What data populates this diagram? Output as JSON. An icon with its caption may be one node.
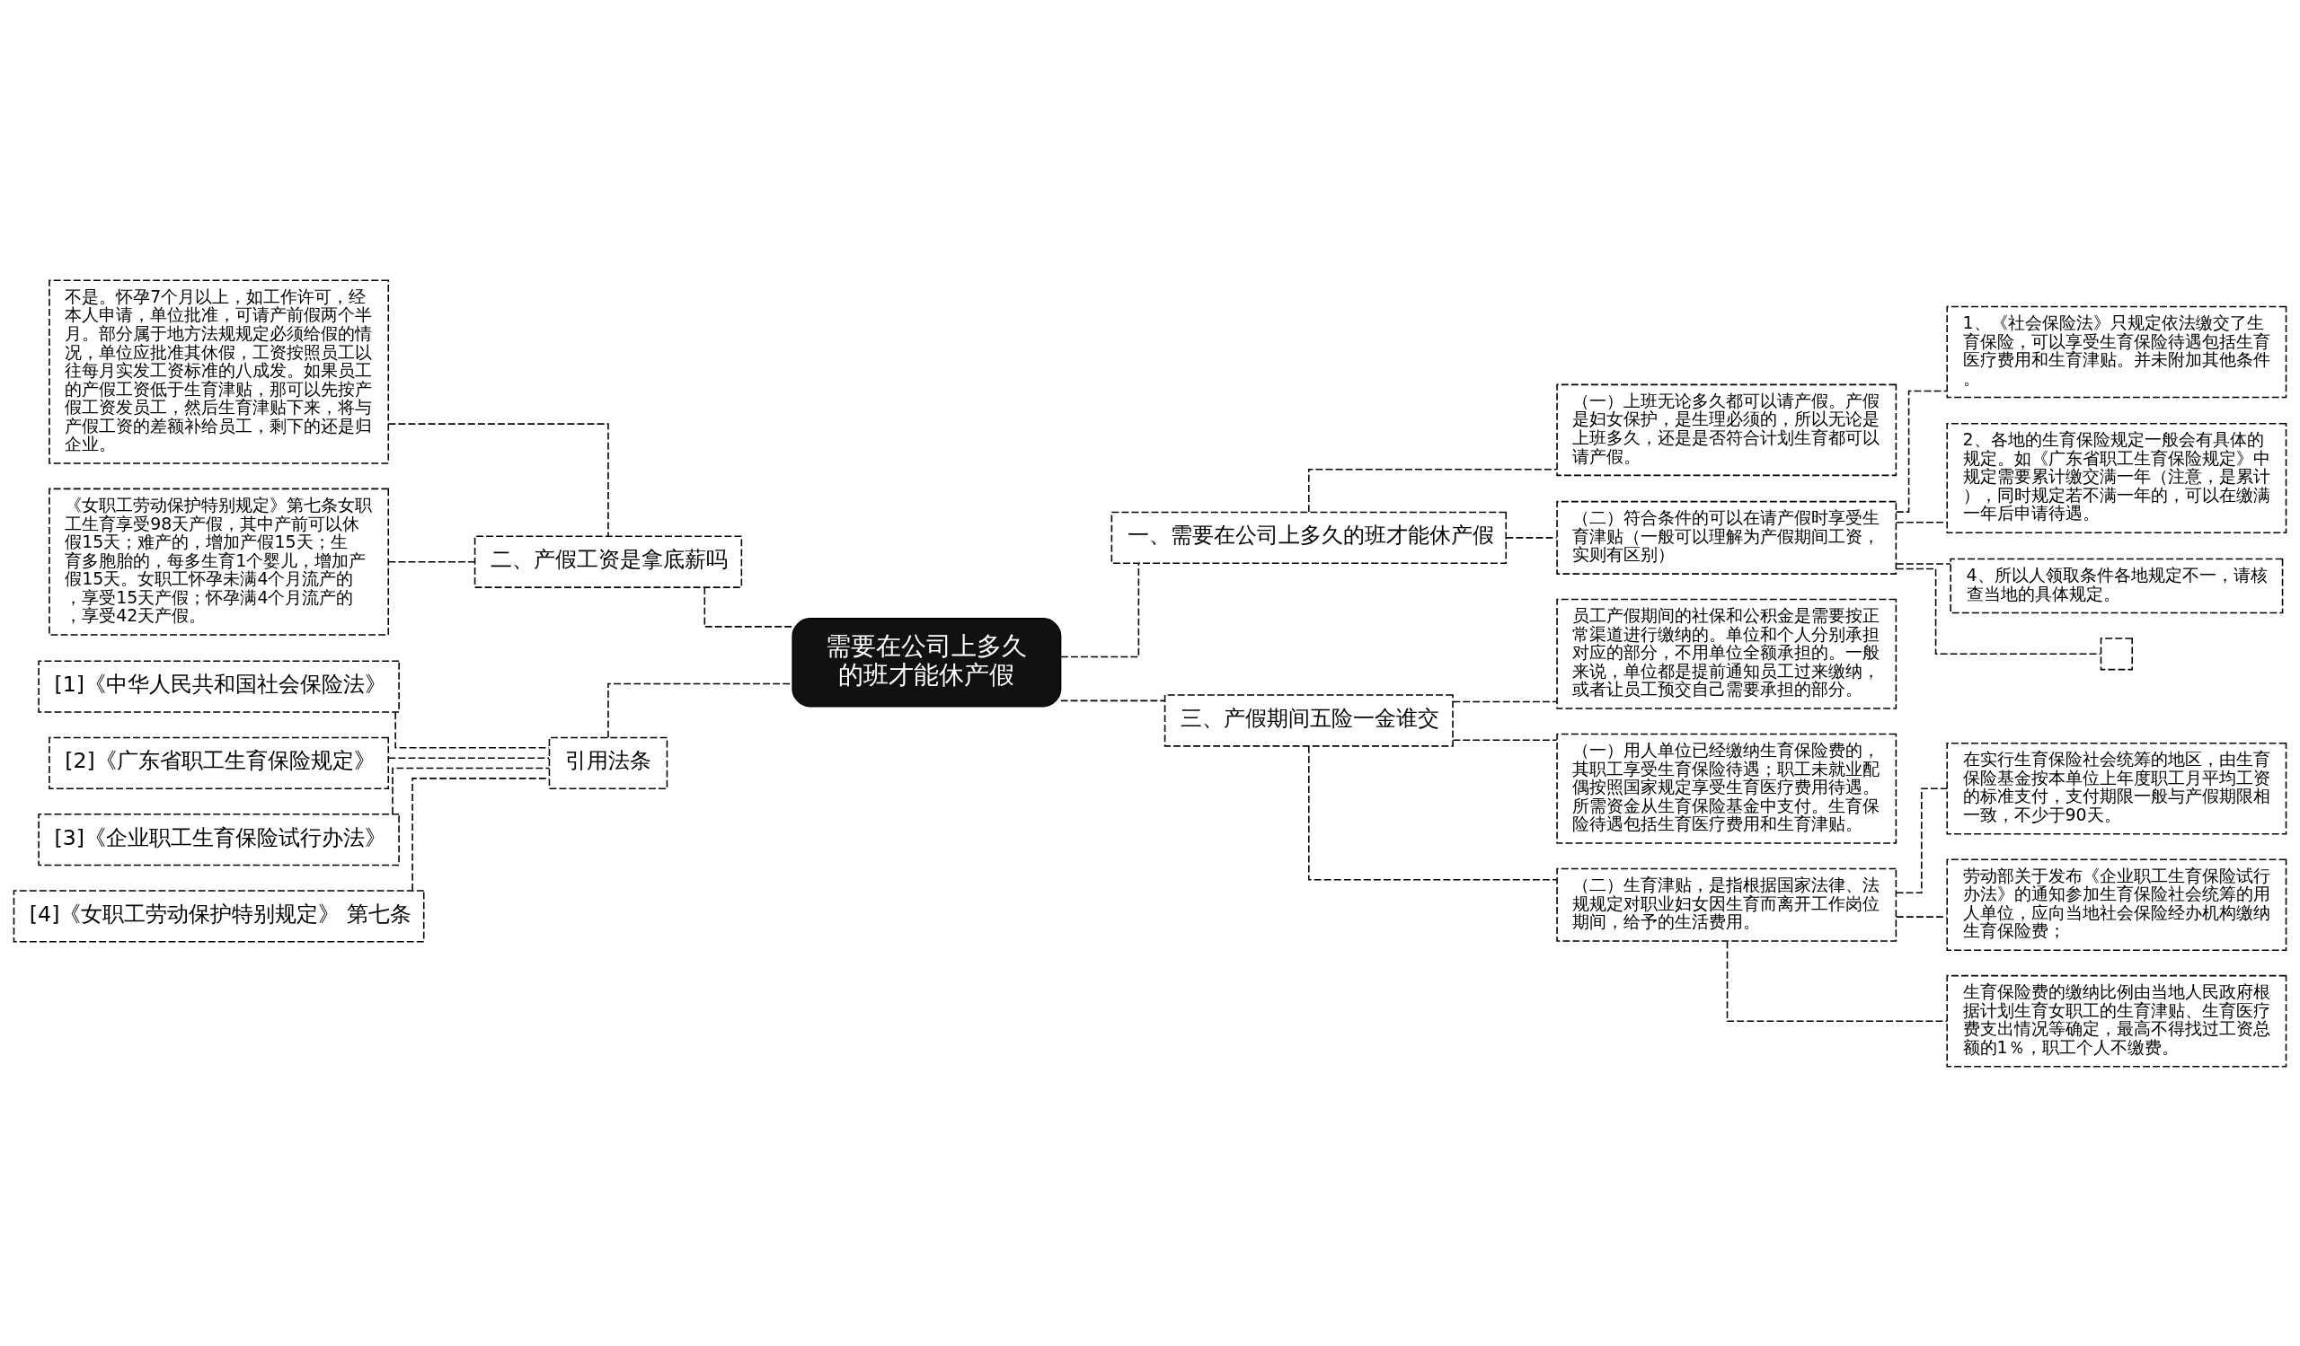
{
  "diagram": {
    "nodes": [
      {
        "text": [
          "需要在公司上多久的班才能休产假"
        ]
      },
      {
        "text": [
          "一、需要在公司上多久的班才能休产假"
        ]
      },
      {
        "text": [
          "（一）上班无论多久都可以请产假。产假是妇女保护，是生理必须的，所以无论是上班多久，还是是否符合计划生育都可以请产假。"
        ]
      },
      {
        "text": [
          "（二）符合条件的可以在请产假时享受生育津贴（一般可以理解为产假期间工资，实则有区别）"
        ]
      },
      {
        "text": [
          "1、《社会保险法》只规定依法缴交了生育保险，可以享受生育保险待遇包括生育医疗费用和生育津贴。并未附加其他条件。"
        ]
      },
      {
        "text": [
          "2、各地的生育保险规定一般会有具体的规定。如《广东省职工生育保险规定》中规定需要累计缴交满一年（注意，是累计），同时规定若不满一年的，可以在缴满一年后申请待遇。"
        ]
      },
      {
        "text": [
          "4、所以人领取条件各地规定不一，请核查当地的具体规定。"
        ]
      },
      {
        "text": [],
        "shape": "box"
      },
      {
        "text": [
          "三、产假期间五险一金谁交"
        ]
      },
      {
        "text": [
          "员工产假期间的社保和公积金是需要按正常渠道进行缴纳的。单位和个人分别承担对应的部分，不用单位全额承担的。一般来说，单位都是提前通知员工过来缴纳，或者让员工预交自己需要承担的部分。"
        ]
      },
      {
        "text": [
          "（一）用人单位已经缴纳生育保险费的，其职工享受生育保险待遇；职工未就业配偶按照国家规定享受生育医疗费用待遇。所需资金从生育保险基金中支付。生育保险待遇包括生育医疗费用和生育津贴。"
        ]
      },
      {
        "text": [
          "（二）生育津贴，是指根据国家法律、法规规定对职业妇女因生育而离开工作岗位期间，给予的生活费用。"
        ]
      },
      {
        "text": [
          "在实行生育保险社会统筹的地区，由生育保险基金按本单位上年度职工月平均工资的标准支付，支付期限一般与产假期限相一致，不少于90天。"
        ]
      },
      {
        "text": [
          "劳动部关于发布《企业职工生育保险试行办法》的通知参加生育保险社会统筹的用人单位，应向当地社会保险经办机构缴纳生育保险费；"
        ]
      },
      {
        "text": [
          "生育保险费的缴纳比例由当地人民政府根据计划生育女职工的生育津贴、生育医疗费支出情况等确定，最高不得找过工资总额的1％，职工个人不缴费。"
        ]
      },
      {
        "text": [
          "二、产假工资是拿底薪吗"
        ]
      },
      {
        "text": [
          "不是。怀孕7个月以上，如工作许可，经本人申请，单位批准，可请产前假两个半月。部分属于地方法规规定必须给假的情况，单位应批准其休假，工资按照员工以往每月实发工资标准的八成发。如果员工的产假工资低于生育津贴，那可以先按产假工资发员工，然后生育津贴下来，将与产假工资的差额补给员工，剩下的还是归企业。"
        ]
      },
      {
        "text": [
          "《女职工劳动保护特别规定》第七条女职工生育享受98天产假，其中产前可以休假15天；难产的，增加产假15天；生育多胞胎的，每多生育1个婴儿，增加产假15天。女职工怀孕未满4个月流产的，享受15天产假；怀孕满4个月流产的，享受42天产假。"
        ]
      },
      {
        "text": [
          "引用法条"
        ]
      },
      {
        "text": [
          "[1]《中华人民共和国社会保险法》"
        ]
      },
      {
        "text": [
          "[2]《广东省职工生育保险规定》"
        ]
      },
      {
        "text": [
          "[3]《企业职工生育保险试行办法》"
        ]
      },
      {
        "text": [
          "[4]《女职工劳动保护特别规定》 第七条"
        ]
      }
    ],
    "edges": [
      {
        "from": 0,
        "to": 1,
        "arrow": "none"
      },
      {
        "from": 1,
        "to": 2,
        "arrow": "none"
      },
      {
        "from": 1,
        "to": 3,
        "arrow": "none"
      },
      {
        "from": 3,
        "to": 4,
        "arrow": "none"
      },
      {
        "from": 3,
        "to": 5,
        "arrow": "none"
      },
      {
        "from": 3,
        "to": 6,
        "arrow": "none"
      },
      {
        "from": 3,
        "to": 7,
        "arrow": "none"
      },
      {
        "from": 0,
        "to": 8,
        "arrow": "none"
      },
      {
        "from": 8,
        "to": 9,
        "arrow": "none"
      },
      {
        "from": 8,
        "to": 10,
        "arrow": "none"
      },
      {
        "from": 8,
        "to": 11,
        "arrow": "none"
      },
      {
        "from": 11,
        "to": 12,
        "arrow": "none"
      },
      {
        "from": 11,
        "to": 13,
        "arrow": "none"
      },
      {
        "from": 11,
        "to": 14,
        "arrow": "none"
      },
      {
        "from": 0,
        "to": 15,
        "arrow": "none"
      },
      {
        "from": 15,
        "to": 16,
        "arrow": "none"
      },
      {
        "from": 15,
        "to": 17,
        "arrow": "none"
      },
      {
        "from": 0,
        "to": 18,
        "arrow": "none"
      },
      {
        "from": 18,
        "to": 19,
        "arrow": "none"
      },
      {
        "from": 18,
        "to": 20,
        "arrow": "none"
      },
      {
        "from": 18,
        "to": 21,
        "arrow": "none"
      },
      {
        "from": 18,
        "to": 22,
        "arrow": "none"
      }
    ]
  }
}
